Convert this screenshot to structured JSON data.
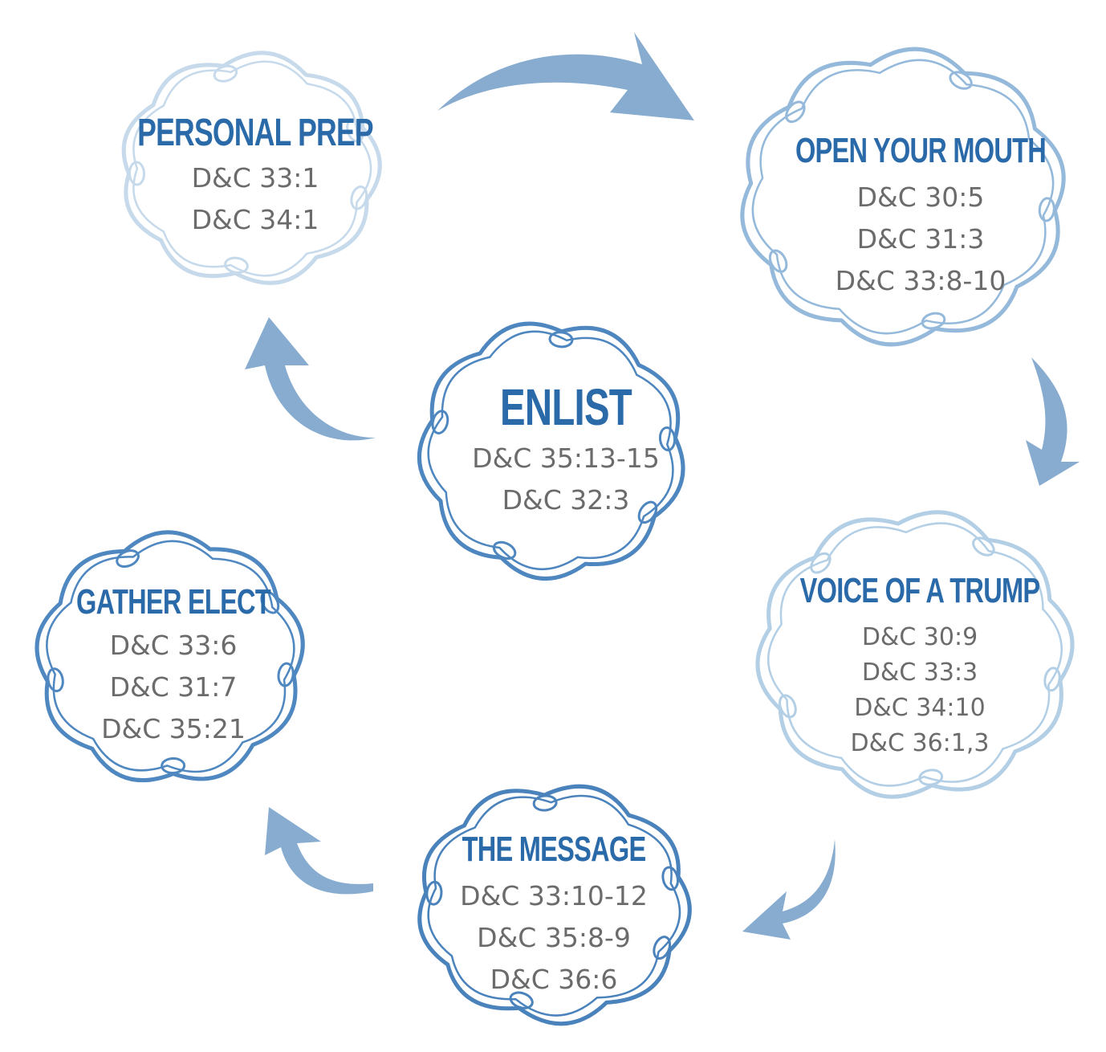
{
  "colors": {
    "title": "#2b6aa9",
    "reference": "#6b6b6b",
    "arrow": "#87acd0"
  },
  "nodes": {
    "personal_prep": {
      "title": "PERSONAL PREP",
      "refs": [
        "D&C 33:1",
        "D&C 34:1"
      ],
      "outline_color": "#c6daeb"
    },
    "open_your_mouth": {
      "title": "OPEN YOUR MOUTH",
      "refs": [
        "D&C 30:5",
        "D&C 31:3",
        "D&C 33:8-10"
      ],
      "outline_color": "#94b9da"
    },
    "enlist": {
      "title": "ENLIST",
      "refs": [
        "D&C 35:13-15",
        "D&C 32:3"
      ],
      "outline_color": "#4e86bf"
    },
    "voice_of_a_trump": {
      "title": "VOICE OF A TRUMP",
      "refs": [
        "D&C 30:9",
        "D&C 33:3",
        "D&C 34:10",
        "D&C 36:1,3"
      ],
      "outline_color": "#b3cfe6"
    },
    "the_message": {
      "title": "THE MESSAGE",
      "refs": [
        "D&C 33:10-12",
        "D&C 35:8-9",
        "D&C 36:6"
      ],
      "outline_color": "#4a82bc"
    },
    "gather_elect": {
      "title": "GATHER ELECT",
      "refs": [
        "D&C 33:6",
        "D&C 31:7",
        "D&C 35:21"
      ],
      "outline_color": "#4f87c0"
    }
  }
}
